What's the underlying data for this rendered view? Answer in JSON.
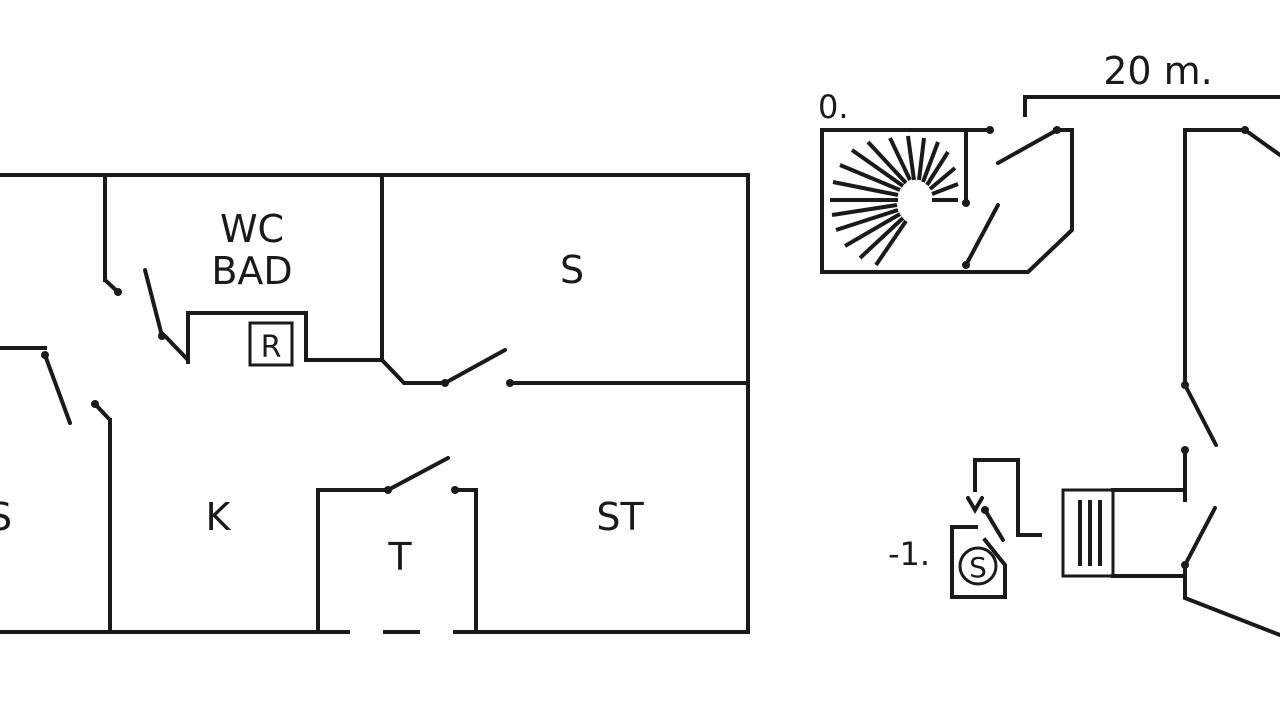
{
  "rooms": {
    "left_partial": "S",
    "wc_line1": "WC",
    "wc_line2": "BAD",
    "radiator": "R",
    "bedroom": "S",
    "kitchen": "K",
    "toilet": "T",
    "living": "ST",
    "sauna": "S"
  },
  "levels": {
    "ground": "0.",
    "basement": "-1."
  },
  "scale_label": "20 m.",
  "colors": {
    "line": "#1a1a1a",
    "background": "#ffffff"
  }
}
